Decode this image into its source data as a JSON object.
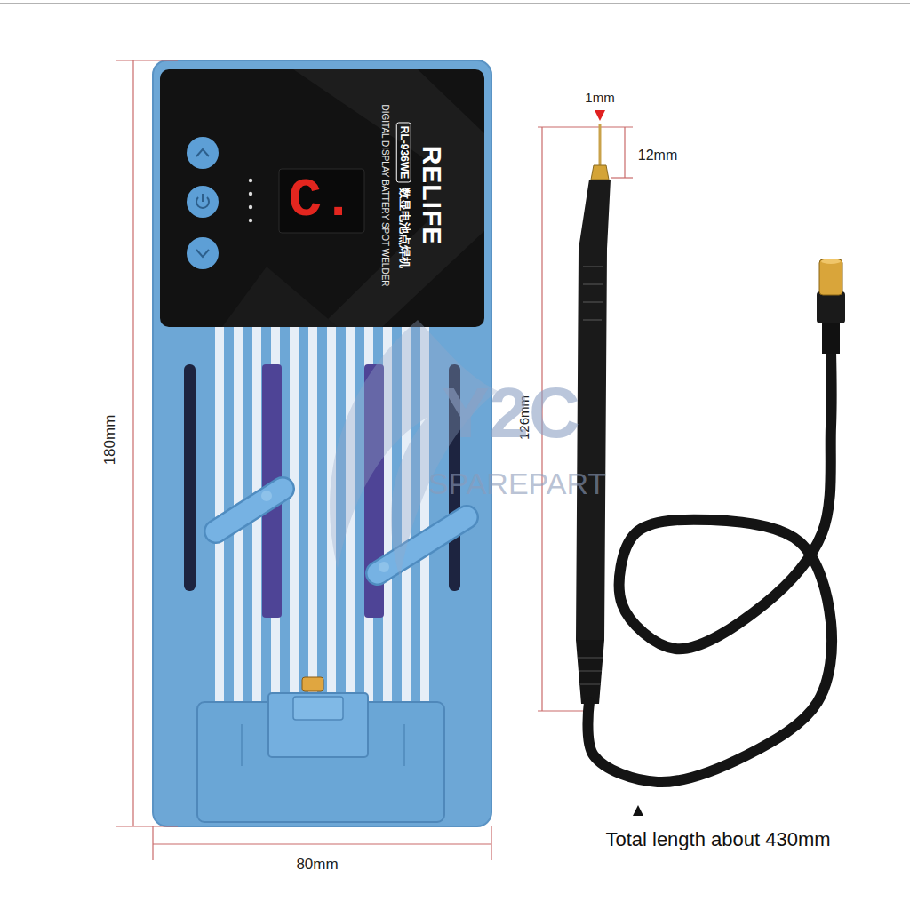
{
  "diagram": {
    "nodes": [
      {
        "text": [
          "RELIFE",
          "RL-936WE",
          "数显电池点焊机",
          "DIGITAL DISPLAY BATTERY SPOT WELDER"
        ]
      }
    ],
    "labels": [
      "1mm",
      "12mm",
      "126mm",
      "180mm",
      "80mm",
      "Total length about 430mm",
      "C.",
      "Y2C",
      "SPAREPART"
    ]
  }
}
